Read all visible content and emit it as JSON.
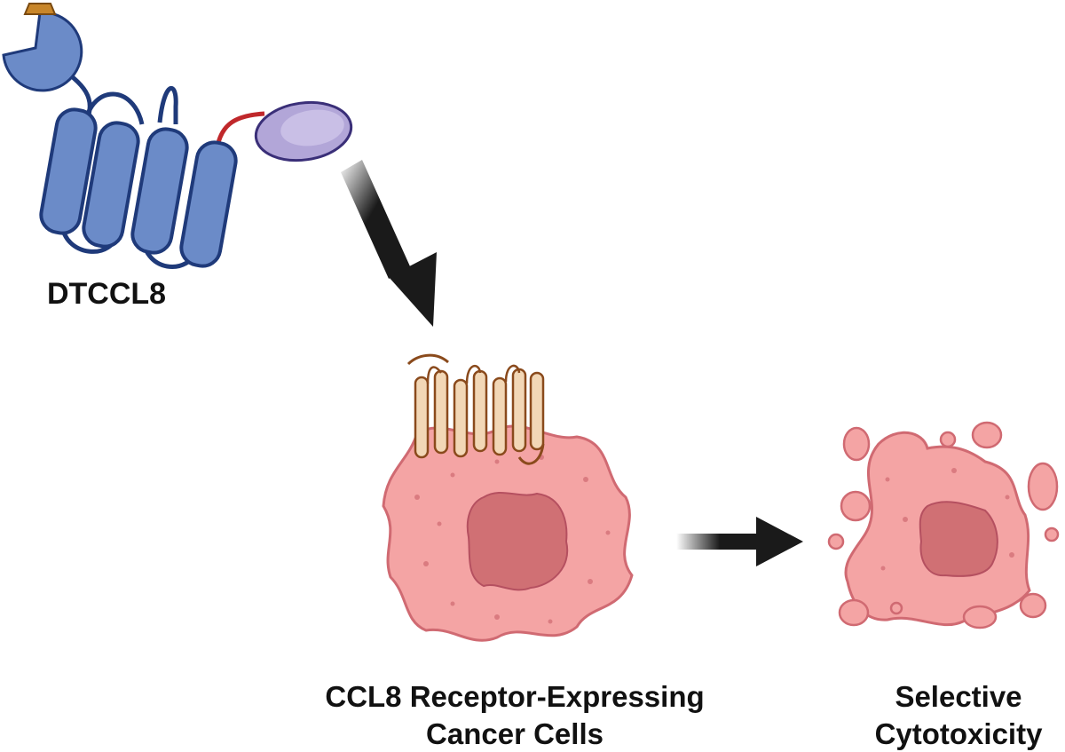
{
  "labels": {
    "molecule": "DTCCL8",
    "target_cells_line1": "CCL8 Receptor-Expressing",
    "target_cells_line2": "Cancer Cells",
    "outcome_line1": "Selective",
    "outcome_line2": "Cytotoxicity"
  },
  "colors": {
    "toxin_blue": "#6b8bc8",
    "toxin_stroke": "#1f3a7a",
    "payload_orange": "#c8862a",
    "chemokine_purple": "#b2a6d8",
    "linker_red": "#c0282b",
    "cell_pink": "#f4a4a4",
    "cell_stroke": "#d06a72",
    "nucleus": "#d07074",
    "receptor_fill": "#f2d7b6",
    "receptor_stroke": "#8a4a1c",
    "arrow": "#1a1a1a"
  },
  "icons": [
    "diphtheria-toxin-icon",
    "ccl8-chemokine-icon",
    "gpcr-receptor-icon",
    "cancer-cell-icon",
    "dying-cell-icon",
    "arrow-icon"
  ]
}
